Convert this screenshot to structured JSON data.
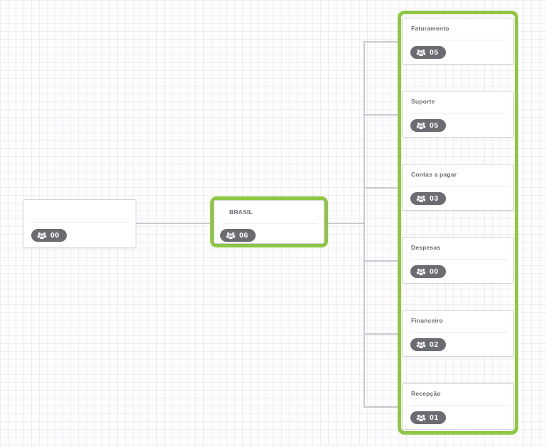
{
  "colors": {
    "highlight_green": "#8fc742",
    "badge_bg": "#6b6b72",
    "badge_text": "#ffffff",
    "card_border": "#d2d2d8",
    "label_text": "#6b6b74",
    "connector": "#c9c9cf",
    "grid_line": "#ededf2",
    "canvas_bg": "#fdfdfe"
  },
  "nodes": {
    "root": {
      "label": "",
      "count": "00",
      "highlighted": false
    },
    "parent": {
      "label": "BRASIL",
      "count": "06",
      "highlighted": true
    },
    "children": [
      {
        "label": "Faturamento",
        "count": "05"
      },
      {
        "label": "Suporte",
        "count": "05"
      },
      {
        "label": "Contas a pagar",
        "count": "03"
      },
      {
        "label": "Despesas",
        "count": "00"
      },
      {
        "label": "Financeiro",
        "count": "02"
      },
      {
        "label": "Recepção",
        "count": "01"
      }
    ]
  }
}
